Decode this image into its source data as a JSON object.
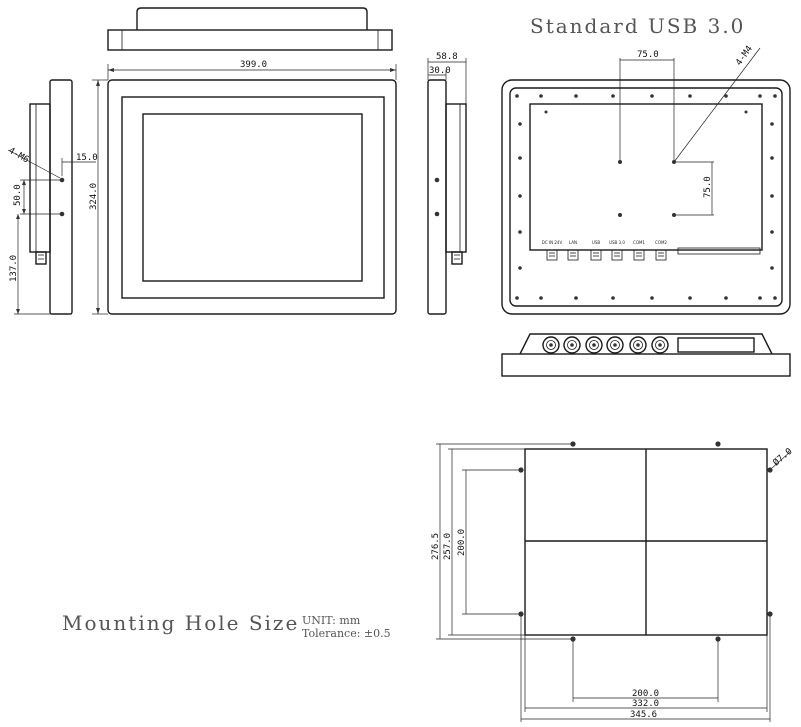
{
  "titles": {
    "top_right": "Standard  USB  3.0",
    "mounting": "Mounting  Hole  Size",
    "unit": "UNIT:  mm",
    "tolerance": "Tolerance:  ±0.5"
  },
  "dims": {
    "front_width": "399.0",
    "front_height": "324.0",
    "left_screw": "4-M6",
    "left_15": "15.0",
    "left_50": "50.0",
    "left_137": "137.0",
    "side_depth": "58.8",
    "side_30": "30.0",
    "vesa_h": "75.0",
    "vesa_v": "75.0",
    "vesa_screw": "4-M4",
    "cut_h_outer": "276.5",
    "cut_h_inner": "257.0",
    "cut_h_hole": "200.0",
    "cut_w_hole": "200.0",
    "cut_w_inner": "332.0",
    "cut_w_outer": "345.6",
    "cut_hole_dia": "Ø7.0"
  },
  "ports": [
    "DC IN 24V",
    "LAN",
    "USB",
    "USB 3.0",
    "COM1",
    "COM2"
  ]
}
